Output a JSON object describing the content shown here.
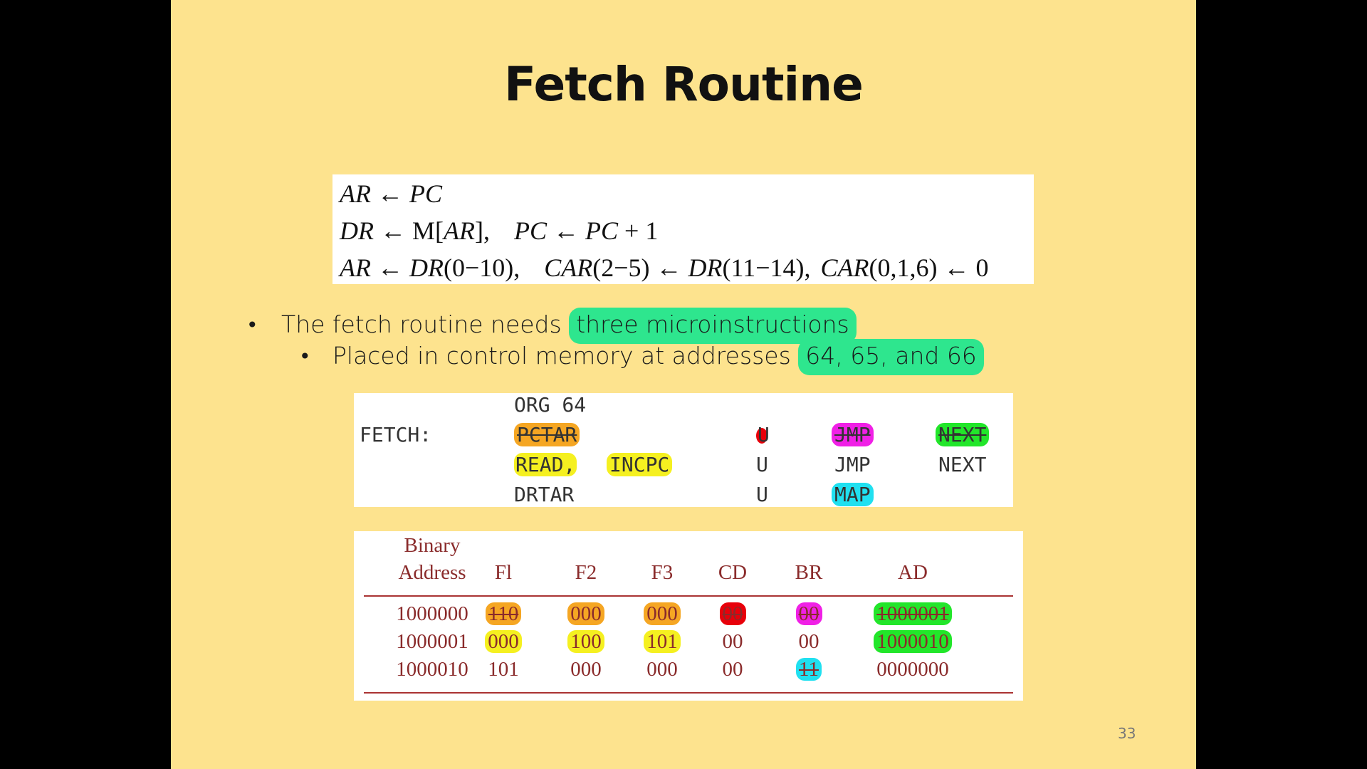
{
  "slide": {
    "title": "Fetch Routine",
    "page_number": "33"
  },
  "equations": {
    "line1": [
      "AR",
      " ← ",
      "PC"
    ],
    "line2": [
      "DR",
      " ← M[",
      "AR",
      "],",
      "PC",
      " ← ",
      "PC",
      " + 1"
    ],
    "line3": [
      "AR",
      " ← ",
      "DR",
      "(0−10),",
      "CAR",
      "(2−5) ← ",
      "DR",
      "(11−14),",
      "CAR",
      "(0,1,6) ← 0"
    ]
  },
  "bullets": [
    {
      "text": "The fetch routine needs",
      "highlight": "three microinstructions"
    },
    {
      "text": "Placed in control memory at addresses",
      "highlight": "64, 65, and 66"
    }
  ],
  "code": {
    "org": "ORG  64",
    "label": "FETCH:",
    "rows": [
      {
        "ops": "PCTAR",
        "ops2": "",
        "cd": "U",
        "br": "JMP",
        "ad": "NEXT"
      },
      {
        "ops": "READ,",
        "ops2": "INCPC",
        "cd": "U",
        "br": "JMP",
        "ad": "NEXT"
      },
      {
        "ops": "DRTAR",
        "ops2": "",
        "cd": "U",
        "br": "MAP",
        "ad": ""
      }
    ]
  },
  "binary_table": {
    "headers": [
      "Binary",
      "Address",
      "Fl",
      "F2",
      "F3",
      "CD",
      "BR",
      "AD"
    ],
    "rows": [
      [
        "1000000",
        "110",
        "000",
        "000",
        "00",
        "00",
        "1000001"
      ],
      [
        "1000001",
        "000",
        "100",
        "101",
        "00",
        "00",
        "1000010"
      ],
      [
        "1000010",
        "101",
        "000",
        "000",
        "00",
        "11",
        "0000000"
      ]
    ]
  },
  "colors": {
    "slide_bg": "#fde38e",
    "highlight_green": "#2ee68e",
    "highlight_orange": "#f5a623",
    "highlight_yellow": "#f5f020",
    "highlight_red": "#e8000a",
    "highlight_magenta": "#f020e6",
    "highlight_lime": "#22e62a",
    "highlight_cyan": "#20e0f0",
    "table_text": "#8a2b2b"
  }
}
